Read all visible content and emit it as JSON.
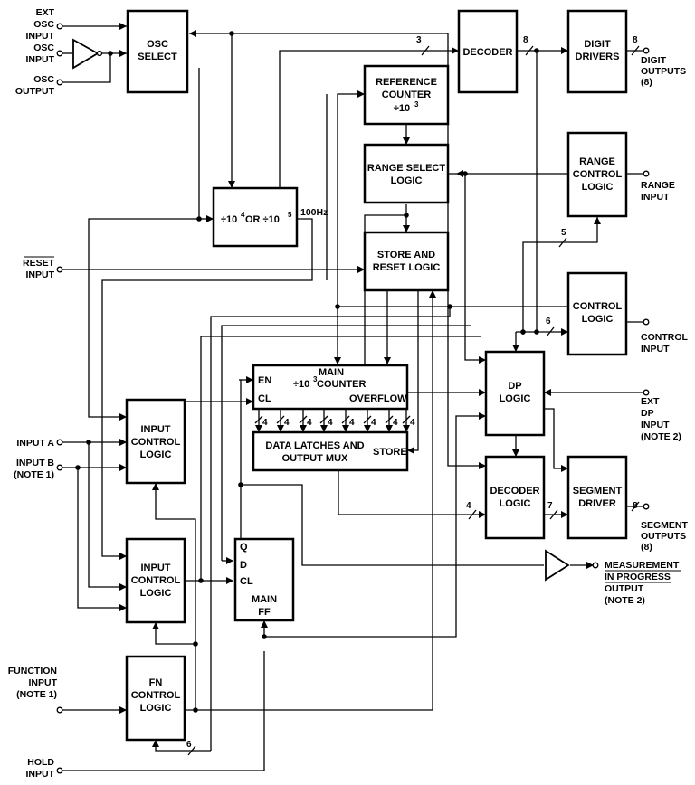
{
  "blocks": {
    "osc_select": [
      "OSC",
      "SELECT"
    ],
    "decoder": "DECODER",
    "digit_drivers": [
      "DIGIT",
      "DRIVERS"
    ],
    "reference_counter": [
      "REFERENCE",
      "COUNTER",
      "÷10",
      "3"
    ],
    "range_select_logic": [
      "RANGE SELECT",
      "LOGIC"
    ],
    "range_control_logic": [
      "RANGE",
      "CONTROL",
      "LOGIC"
    ],
    "divider": [
      "÷10",
      "4",
      " OR ÷10",
      "5"
    ],
    "store_reset_logic": [
      "STORE AND",
      "RESET LOGIC"
    ],
    "control_logic": [
      "CONTROL",
      "LOGIC"
    ],
    "main_counter": {
      "title": "MAIN",
      "divide": "÷10",
      "exp": "3",
      "counter": " COUNTER",
      "en": "EN",
      "cl": "CL",
      "overflow": "OVERFLOW"
    },
    "dp_logic": [
      "DP",
      "LOGIC"
    ],
    "data_latches": {
      "line1": "DATA LATCHES AND",
      "line2": "OUTPUT MUX",
      "store": "STORE"
    },
    "input_control_logic_1": [
      "INPUT",
      "CONTROL",
      "LOGIC"
    ],
    "input_control_logic_2": [
      "INPUT",
      "CONTROL",
      "LOGIC"
    ],
    "decoder_logic": [
      "DECODER",
      "LOGIC"
    ],
    "segment_driver": [
      "SEGMENT",
      "DRIVER"
    ],
    "main_ff": {
      "q": "Q",
      "d": "D",
      "cl": "CL",
      "line1": "MAIN",
      "line2": "FF"
    },
    "fn_control_logic": [
      "FN",
      "CONTROL",
      "LOGIC"
    ]
  },
  "labels": {
    "ext_osc_input": [
      "EXT",
      "OSC",
      "INPUT"
    ],
    "osc_input": [
      "OSC",
      "INPUT"
    ],
    "osc_output": [
      "OSC",
      "OUTPUT"
    ],
    "digit_outputs": [
      "DIGIT",
      "OUTPUTS",
      "(8)"
    ],
    "range_input": [
      "RANGE",
      "INPUT"
    ],
    "hz100": "100Hz",
    "reset_input": [
      "RESET",
      "INPUT"
    ],
    "control_input": [
      "CONTROL",
      "INPUT"
    ],
    "ext_dp_input": [
      "EXT",
      "DP",
      "INPUT",
      "(NOTE 2)"
    ],
    "input_a": "INPUT A",
    "input_b": [
      "INPUT B",
      "(NOTE 1)"
    ],
    "segment_outputs": [
      "SEGMENT",
      "OUTPUTS",
      "(8)"
    ],
    "measurement": [
      "MEASUREMENT",
      "IN PROGRESS",
      "OUTPUT",
      "(NOTE 2)"
    ],
    "function_input": [
      "FUNCTION",
      "INPUT",
      "(NOTE 1)"
    ],
    "hold_input": [
      "HOLD",
      "INPUT"
    ]
  },
  "bus_widths": {
    "decoder_in": "3",
    "decoder_out": "8",
    "digit_out": "8",
    "range_bus": "5",
    "control_bus": "6",
    "latch_bus": "4",
    "decoder_logic_in": "4",
    "segment_in": "7",
    "segment_out": "8",
    "fn_bus": "6"
  }
}
